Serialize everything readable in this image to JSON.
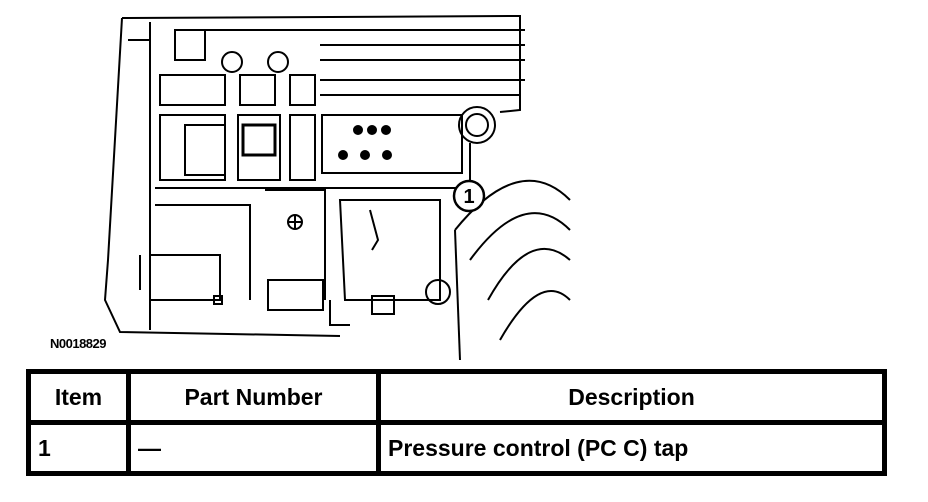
{
  "figure": {
    "id_label": "N0018829",
    "callouts": [
      "1"
    ]
  },
  "table": {
    "headers": [
      "Item",
      "Part Number",
      "Description"
    ],
    "rows": [
      [
        "1",
        "—",
        "Pressure control (PC C) tap"
      ]
    ]
  }
}
